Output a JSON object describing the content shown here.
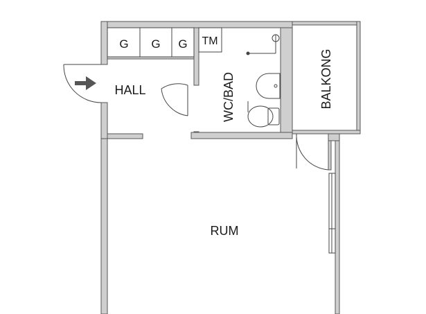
{
  "rooms": {
    "hall": "HALL",
    "wc_bad": "WC/BAD",
    "balkong": "BALKONG",
    "rum": "RUM"
  },
  "closets": [
    "G",
    "G",
    "G"
  ],
  "tm": "TM",
  "colors": {
    "wall_fill": "#cfcfcf",
    "wall_stroke": "#555555",
    "line": "#444444",
    "arrow": "#555555",
    "background": "#ffffff"
  },
  "icons": [
    "entrance-arrow-icon",
    "sink-icon",
    "toilet-icon",
    "shower-icon"
  ]
}
